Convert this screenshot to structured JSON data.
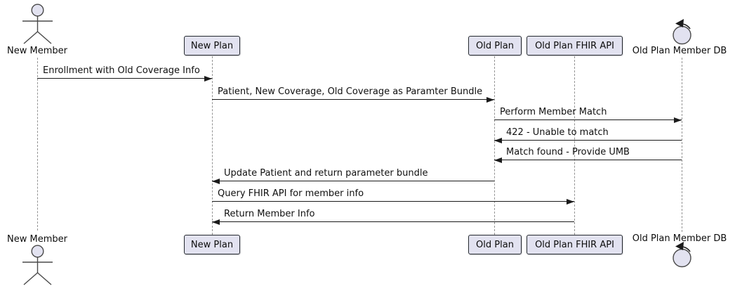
{
  "diagram": {
    "type": "sequence-diagram",
    "participants": [
      {
        "label": "New Member",
        "kind": "actor"
      },
      {
        "label": "New Plan",
        "kind": "participant"
      },
      {
        "label": "Old Plan",
        "kind": "participant"
      },
      {
        "label": "Old Plan FHIR API",
        "kind": "participant"
      },
      {
        "label": "Old Plan Member DB",
        "kind": "control"
      }
    ],
    "messages": [
      {
        "from": "New Member",
        "to": "New Plan",
        "direction": "right",
        "label": "Enrollment with Old Coverage Info"
      },
      {
        "from": "New Plan",
        "to": "Old Plan",
        "direction": "right",
        "label": "Patient, New Coverage, Old Coverage as Paramter Bundle"
      },
      {
        "from": "Old Plan",
        "to": "Old Plan Member DB",
        "direction": "right",
        "label": "Perform Member Match"
      },
      {
        "from": "Old Plan Member DB",
        "to": "Old Plan",
        "direction": "left",
        "label": "422 - Unable to match"
      },
      {
        "from": "Old Plan Member DB",
        "to": "Old Plan",
        "direction": "left",
        "label": "Match found - Provide UMB"
      },
      {
        "from": "Old Plan",
        "to": "New Plan",
        "direction": "left",
        "label": "Update Patient and return parameter bundle"
      },
      {
        "from": "New Plan",
        "to": "Old Plan FHIR API",
        "direction": "right",
        "label": "Query FHIR API for member info"
      },
      {
        "from": "Old Plan FHIR API",
        "to": "New Plan",
        "direction": "left",
        "label": "Return Member Info"
      }
    ],
    "icons": {
      "actor": "actor-icon",
      "control": "control-icon"
    },
    "colors": {
      "participant_fill": "#E2E2F0",
      "participant_border": "#24292e",
      "lifeline": "#949494",
      "arrow": "#1b1b1b",
      "background": "#ffffff"
    }
  }
}
